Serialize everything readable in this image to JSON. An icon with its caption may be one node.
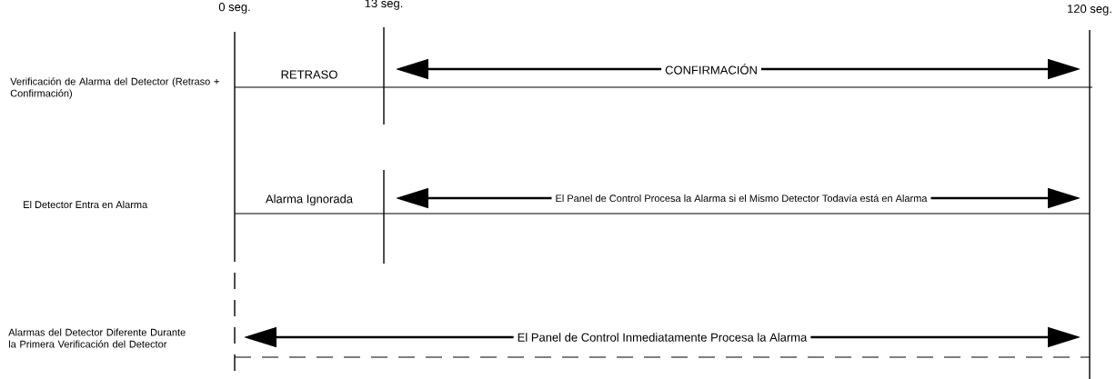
{
  "diagram": {
    "labels": [
      "0 seg.",
      "13 seg.",
      "120 seg.",
      "Verificación de Alarma del Detector (Retraso + Confirmación)",
      "RETRASO",
      "CONFIRMACIÓN",
      "El Detector Entra en Alarma",
      "Alarma Ignorada",
      "El Panel de Control Procesa la Alarma si el Mismo Detector Todavía está en Alarma",
      "Alarmas del Detector Diferente Durante la Primera Verificación del Detector",
      "El Panel de Control Inmediatamente Procesa la Alarma"
    ]
  }
}
